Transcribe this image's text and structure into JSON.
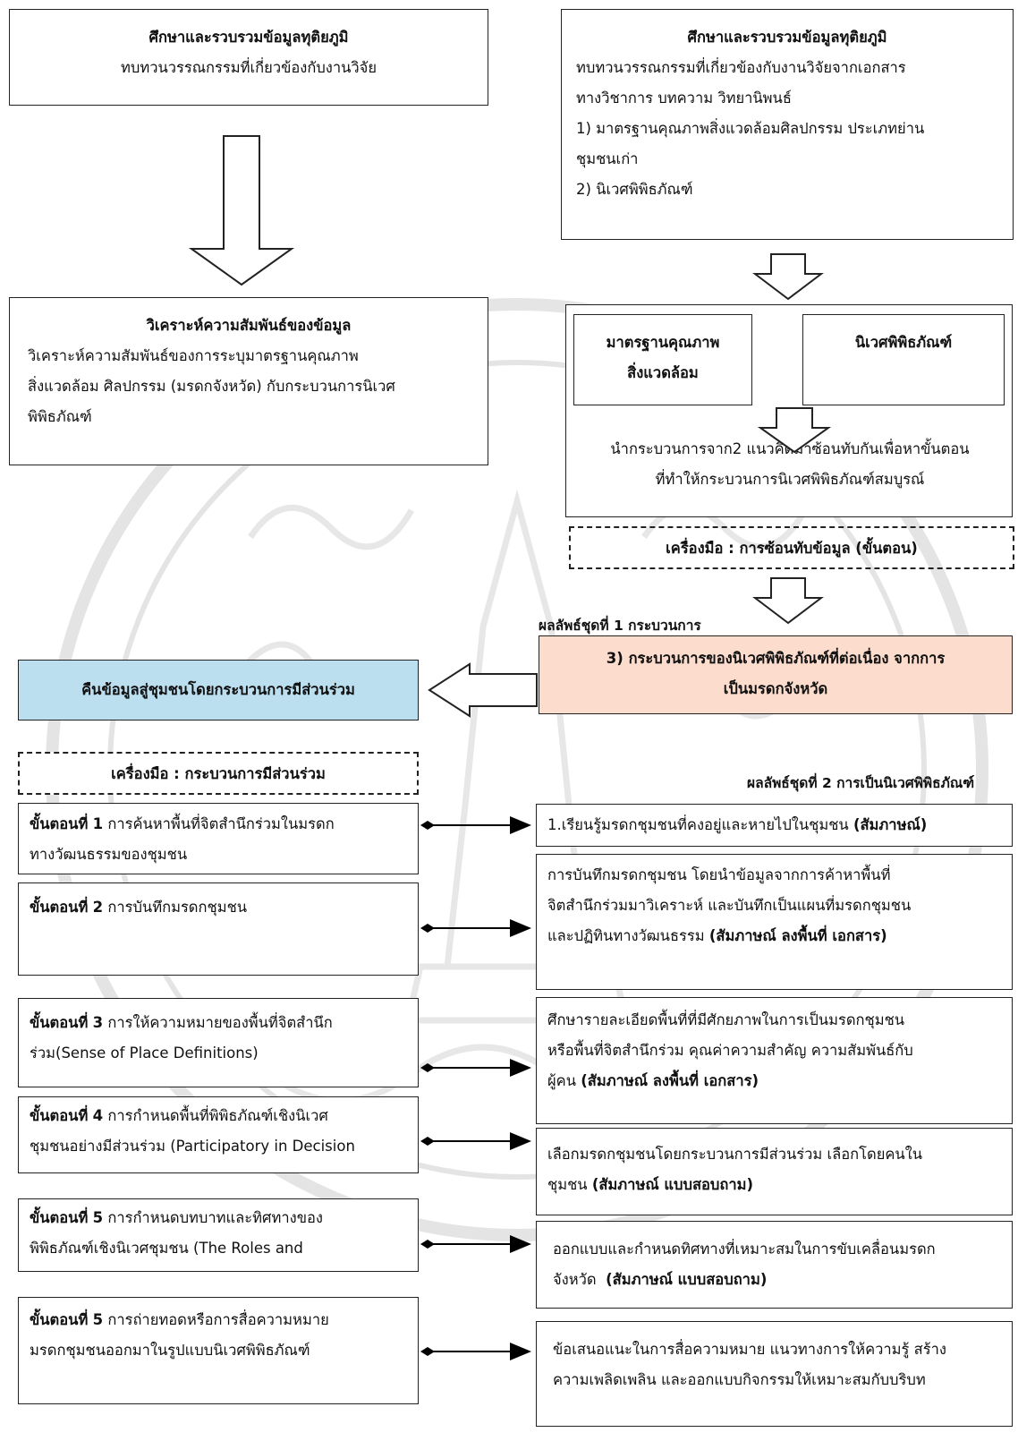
{
  "left": {
    "box1": {
      "title": "ศึกษาและรวบรวมข้อมูลทุติยภูมิ",
      "text": "ทบทวนวรรณกรรมที่เกี่ยวข้องกับงานวิจัย"
    },
    "box2": {
      "title": "วิเคราะห์ความสัมพันธ์ของข้อมูล",
      "lines": [
        "วิเคราะห์ความสัมพันธ์ของการระบุมาตรฐานคุณภาพ",
        "สิ่งแวดล้อม ศิลปกรรม (มรดกจังหวัด) กับกระบวนการนิเวศ",
        "พิพิธภัณฑ์"
      ]
    },
    "return_box": "คืนข้อมูลสู่ชุมชนโดยกระบวนการมีส่วนร่วม",
    "tool_box": "เครื่องมือ : กระบวนการมีส่วนร่วม",
    "steps": [
      {
        "label": "ขั้นตอนที่",
        "num": "1",
        "line1": "การค้นหาพื้นที่จิตสำนึกร่วมในมรดก",
        "line2": "ทางวัฒนธรรมของชุมชน"
      },
      {
        "label": "ขั้นตอนที่",
        "num": "2",
        "line1": "การบันทึกมรดกชุมชน",
        "line2": ""
      },
      {
        "label": "ขั้นตอนที่",
        "num": "3",
        "line1": "การให้ความหมายของพื้นที่จิตสำนึก",
        "line2": "ร่วม(Sense of Place Definitions)"
      },
      {
        "label": "ขั้นตอนที่",
        "num": "4",
        "line1": "การกำหนดพื้นที่พิพิธภัณฑ์เชิงนิเวศ",
        "line2": "ชุมชนอย่างมีส่วนร่วม (Participatory in Decision"
      },
      {
        "label": "ขั้นตอนที่",
        "num": "5",
        "line1": "การกำหนดบทบาทและทิศทางของ",
        "line2": "พิพิธภัณฑ์เชิงนิเวศชุมชน (The Roles and"
      },
      {
        "label": "ขั้นตอนที่",
        "num": "5",
        "line1": "การถ่ายทอดหรือการสื่อความหมาย",
        "line2": "มรดกชุมชนออกมาในรูปแบบนิเวศพิพิธภัณฑ์"
      }
    ]
  },
  "right": {
    "box1": {
      "title": "ศึกษาและรวบรวมข้อมูลทุติยภูมิ",
      "lines": [
        "ทบทวนวรรณกรรมที่เกี่ยวข้องกับงานวิจัยจากเอกสาร",
        "ทางวิชาการ บทความ วิทยานิพนธ์",
        "1) มาตรฐานคุณภาพสิ่งแวดล้อมศิลปกรรม ประเภทย่าน",
        "ชุมชนเก่า",
        "2) นิเวศพิพิธภัณฑ์"
      ]
    },
    "overlap_box": {
      "sub1": [
        "มาตรฐานคุณภาพ",
        "สิ่งแวดล้อม"
      ],
      "sub2": "นิเวศพิพิธภัณฑ์",
      "lines": [
        "นำกระบวนการจาก2 แนวคิดมาซ้อนทับกันเพื่อหาขั้นตอน",
        "ที่ทำให้กระบวนการนิเวศพิพิธภัณฑ์สมบูรณ์"
      ]
    },
    "tool_box": "เครื่องมือ : การซ้อนทับข้อมูล (ขั้นตอน)",
    "result1_label": "ผลลัพธ์ชุดที่ 1 กระบวนการ",
    "process_box": [
      "3) กระบวนการของนิเวศพิพิธภัณฑ์ที่ต่อเนื่อง จากการ",
      "เป็นมรดกจังหวัด"
    ],
    "result2_label": "ผลลัพธ์ชุดที่ 2 การเป็นนิเวศพิพิธภัณฑ์",
    "outcomes": [
      {
        "lines": [
          "1.เรียนรู้มรดกชุมชนที่คงอยู่และหายไปในชุมชน"
        ],
        "bold": "(สัมภาษณ์)"
      },
      {
        "lines": [
          "การบันทึกมรดกชุมชน โดยนำข้อมูลจากการค้าหาพื้นที่",
          "จิตสำนึกร่วมมาวิเคราะห์ และบันทึกเป็นแผนที่มรดกชุมชน",
          "และปฏิทินทางวัฒนธรรม"
        ],
        "bold": "(สัมภาษณ์ ลงพื้นที่ เอกสาร)"
      },
      {
        "lines": [
          "ศึกษารายละเอียดพื้นที่ที่มีศักยภาพในการเป็นมรดกชุมชน",
          "หรือพื้นที่จิตสำนึกร่วม คุณค่าความสำคัญ ความสัมพันธ์กับ",
          "ผู้คน"
        ],
        "bold": "(สัมภาษณ์ ลงพื้นที่ เอกสาร)"
      },
      {
        "lines": [
          "เลือกมรดกชุมชนโดยกระบวนการมีส่วนร่วม เลือกโดยคนใน",
          "ชุมชน"
        ],
        "bold": "(สัมภาษณ์ แบบสอบถาม)"
      },
      {
        "lines": [
          "ออกแบบและกำหนดทิศทางที่เหมาะสมในการขับเคลื่อนมรดก",
          "จังหวัด"
        ],
        "bold": "(สัมภาษณ์ แบบสอบถาม)"
      },
      {
        "lines": [
          "ข้อเสนอแนะในการสื่อความหมาย แนวทางการให้ความรู้ สร้าง",
          "ความเพลิดเพลิน และออกแบบกิจกรรมให้เหมาะสมกับบริบท"
        ],
        "bold": ""
      }
    ]
  },
  "colors": {
    "return_box": "#bcdff0",
    "process_box": "#fbdccd",
    "watermark": "#c8c8c8"
  }
}
